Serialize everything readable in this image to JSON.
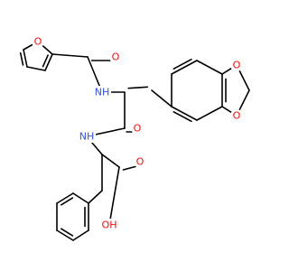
{
  "molecule": {
    "atoms": {
      "furan_o": {
        "text": "O",
        "color": "#ff0d0d"
      },
      "amide1_o": {
        "text": "O",
        "color": "#ff0d0d"
      },
      "amide1_n": {
        "text": "NH",
        "color": "#3050f8"
      },
      "amide2_n": {
        "text": "NH",
        "color": "#3050f8"
      },
      "amide2_o": {
        "text": "O",
        "color": "#ff0d0d"
      },
      "acid_o": {
        "text": "O",
        "color": "#ff0d0d"
      },
      "acid_oh": {
        "text": "OH",
        "color": "#ff0d0d"
      },
      "dioxole_o1": {
        "text": "O",
        "color": "#ff0d0d"
      },
      "dioxole_o2": {
        "text": "O",
        "color": "#ff0d0d"
      }
    }
  }
}
